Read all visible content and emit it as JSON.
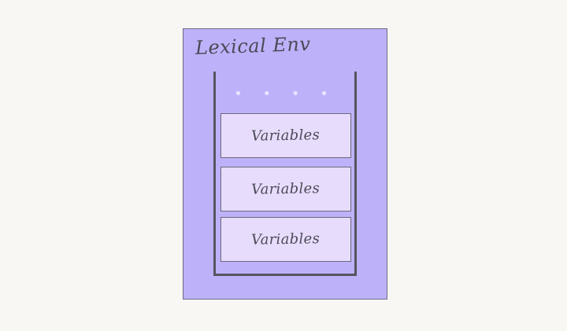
{
  "diagram": {
    "title": "Lexical Env",
    "ellipsis": "• • • •",
    "frames": [
      {
        "label": "Variables"
      },
      {
        "label": "Variables"
      },
      {
        "label": "Variables"
      }
    ],
    "colors": {
      "background": "#f8f7f3",
      "environment_fill": "#bdb2fa",
      "frame_fill": "#e8dcfd",
      "stroke": "#55545f",
      "text": "#4a4a56"
    }
  }
}
